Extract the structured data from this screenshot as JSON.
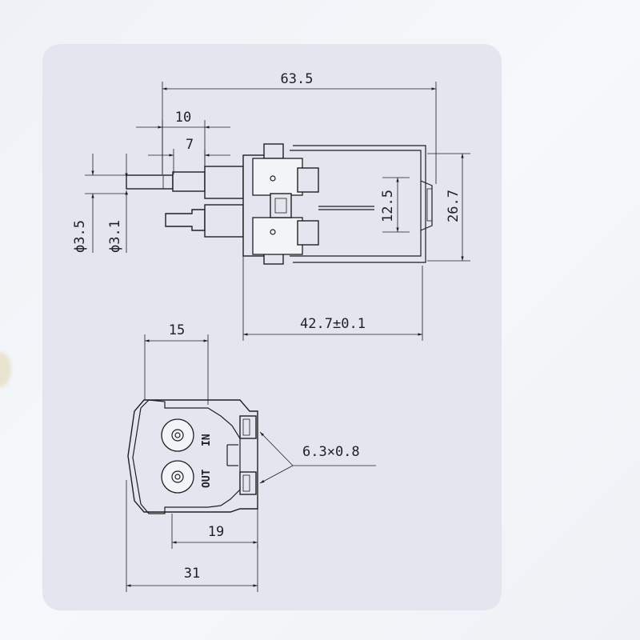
{
  "dimensions": {
    "overall_length": "63.5",
    "nozzle_length": "10",
    "nozzle_inner": "7",
    "port_spacing": "12.5",
    "body_height": "26.7",
    "body_length": "42.7±0.1",
    "outer_diameter": "ϕ3.5",
    "inner_diameter": "ϕ3.1",
    "front_width": "15",
    "front_offset": "19",
    "front_total": "31",
    "terminal_size": "6.3×0.8"
  },
  "labels": {
    "in_port": "IN",
    "out_port": "OUT"
  }
}
